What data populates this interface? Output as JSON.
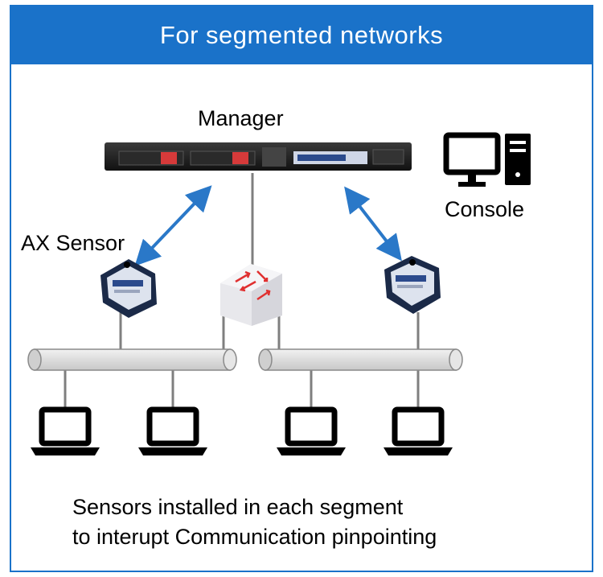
{
  "header": {
    "title": "For segmented networks"
  },
  "labels": {
    "manager": "Manager",
    "console": "Console",
    "ax_sensor": "AX Sensor"
  },
  "caption": {
    "line1": "Sensors installed in each segment",
    "line2": "to interupt Communication pinpointing"
  },
  "colors": {
    "accent": "#1a72c9",
    "arrow": "#2a78c8",
    "router_arrows": "#e03030",
    "sensor_body": "#1b2a48",
    "line": "#7f7f7f"
  },
  "icons": [
    "server-icon",
    "console-icon",
    "sensor-icon",
    "switch-icon",
    "laptop-icon"
  ]
}
